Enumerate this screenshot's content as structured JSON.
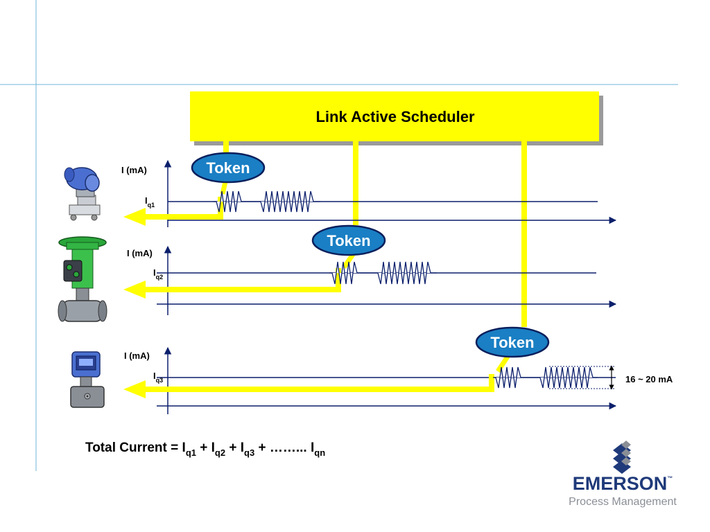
{
  "scheduler": {
    "title": "Link Active Scheduler"
  },
  "tokens": [
    {
      "label": "Token"
    },
    {
      "label": "Token"
    },
    {
      "label": "Token"
    }
  ],
  "devices": [
    {
      "axis_label": "I (mA)",
      "current_label": "I",
      "current_sub": "q1"
    },
    {
      "axis_label": "I (mA)",
      "current_label": "I",
      "current_sub": "q2"
    },
    {
      "axis_label": "I (mA)",
      "current_label": "I",
      "current_sub": "q3"
    }
  ],
  "range_label": "16 ~ 20 mA",
  "formula": {
    "prefix": "Total Current = ",
    "terms": [
      {
        "base": "I",
        "sub": "q1",
        "after": " + "
      },
      {
        "base": "I",
        "sub": "q2",
        "after": " + "
      },
      {
        "base": "I",
        "sub": "q3",
        "after": " + ……... "
      },
      {
        "base": "I",
        "sub": "qn",
        "after": ""
      }
    ]
  },
  "logo": {
    "brand": "EMERSON",
    "tm": "™",
    "tagline": "Process Management"
  },
  "colors": {
    "yellow": "#ffff00",
    "token_fill": "#1a7fc4",
    "token_stroke": "#0b1f5c",
    "axis": "#0b1f6b",
    "guide": "#6fb5d8",
    "logo_blue": "#1f3a7a",
    "logo_gray": "#8a8f96"
  }
}
